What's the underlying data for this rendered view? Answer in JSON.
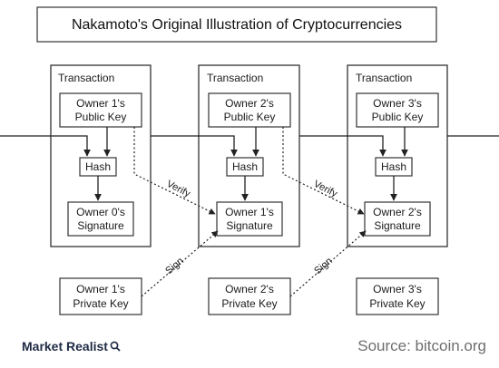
{
  "title": "Nakamoto's Original Illustration  of Cryptocurrencies",
  "transactions": [
    {
      "heading": "Transaction",
      "public_key": [
        "Owner 1's",
        "Public Key"
      ],
      "hash": "Hash",
      "signature": [
        "Owner 0's",
        "Signature"
      ]
    },
    {
      "heading": "Transaction",
      "public_key": [
        "Owner 2's",
        "Public Key"
      ],
      "hash": "Hash",
      "signature": [
        "Owner 1's",
        "Signature"
      ]
    },
    {
      "heading": "Transaction",
      "public_key": [
        "Owner 3's",
        "Public Key"
      ],
      "hash": "Hash",
      "signature": [
        "Owner 2's",
        "Signature"
      ]
    }
  ],
  "private_keys": [
    [
      "Owner 1's",
      "Private Key"
    ],
    [
      "Owner 2's",
      "Private Key"
    ],
    [
      "Owner 3's",
      "Private Key"
    ]
  ],
  "edge_labels": {
    "verify": "Verify",
    "sign": "Sign"
  },
  "footer": {
    "brand": "Market Realist",
    "brand_icon": "magnifier-icon",
    "source": "Source: bitcoin.org"
  }
}
